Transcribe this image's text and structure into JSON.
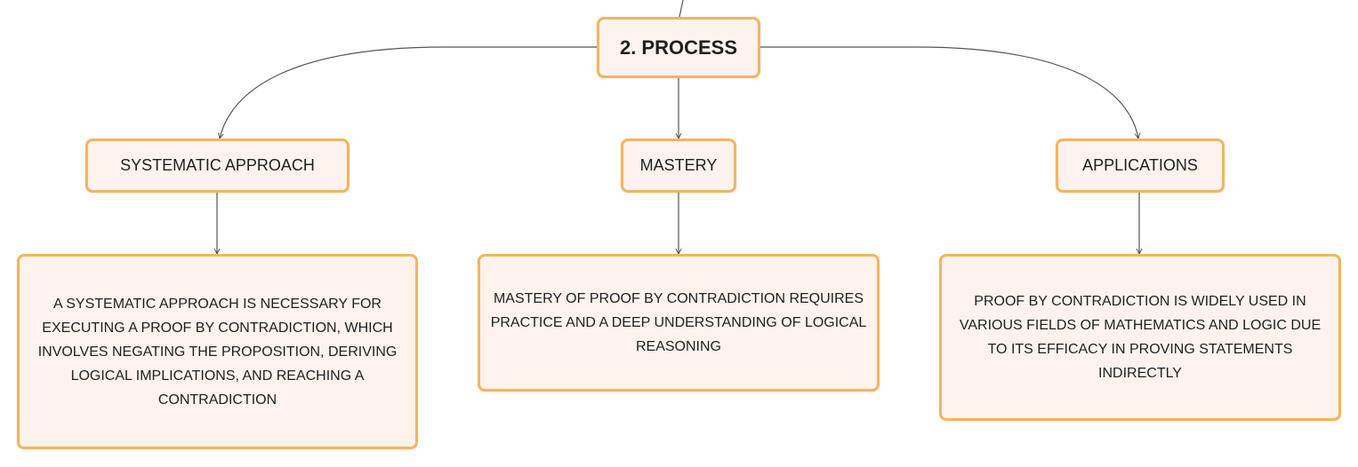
{
  "diagram": {
    "root": {
      "label": "2. PROCESS"
    },
    "topics": [
      {
        "label": "SYSTEMATIC APPROACH",
        "detail": "A SYSTEMATIC APPROACH IS NECESSARY FOR EXECUTING A PROOF BY CONTRADICTION, WHICH INVOLVES NEGATING THE PROPOSITION, DERIVING LOGICAL IMPLICATIONS, AND REACHING A CONTRADICTION"
      },
      {
        "label": "MASTERY",
        "detail": "MASTERY OF PROOF BY CONTRADICTION REQUIRES PRACTICE AND A DEEP UNDERSTANDING OF LOGICAL REASONING"
      },
      {
        "label": "APPLICATIONS",
        "detail": "PROOF BY CONTRADICTION IS WIDELY USED IN VARIOUS FIELDS OF MATHEMATICS AND LOGIC DUE TO ITS EFFICACY IN PROVING STATEMENTS INDIRECTLY"
      }
    ]
  },
  "colors": {
    "node_border": "#f4b45f",
    "node_fill": "#fdf3ec",
    "connector": "#555555"
  }
}
